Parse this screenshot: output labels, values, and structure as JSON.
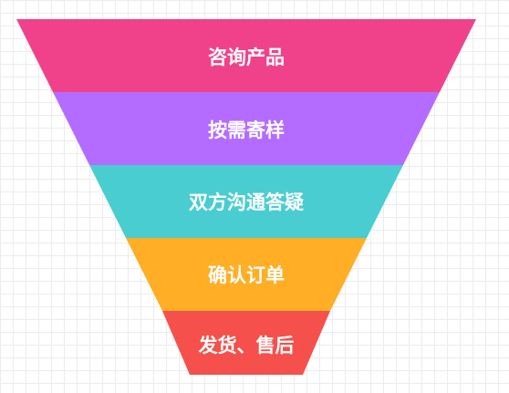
{
  "funnel": {
    "stages": [
      {
        "label": "咨询产品",
        "color": "#F0428A"
      },
      {
        "label": "按需寄样",
        "color": "#B36CFF"
      },
      {
        "label": "双方沟通答疑",
        "color": "#4ACDD1"
      },
      {
        "label": "确认订单",
        "color": "#FFAE25"
      },
      {
        "label": "发货、售后",
        "color": "#F5504B"
      }
    ]
  }
}
